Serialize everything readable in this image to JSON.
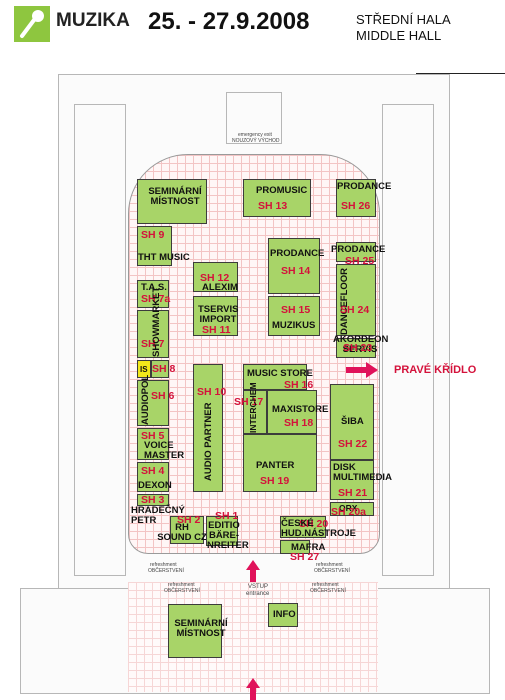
{
  "header": {
    "logo_text": "MUZIKA",
    "dates": "25. - 27.9.2008",
    "hall_line_1": "STŘEDNÍ HALA",
    "hall_line_2": "MIDDLE HALL"
  },
  "signs": {
    "emergency_1": "emergency exit",
    "emergency_2": "NOUZOVÝ VÝCHOD",
    "refresh_left_1": "refreshment",
    "refresh_left_2": "OBČERSTVENÍ",
    "refresh_right_1": "refreshment",
    "refresh_right_2": "OBČERSTVENÍ",
    "entrance_1": "VSTUP",
    "entrance_2": "entrance",
    "right_wing": "PRAVÉ KŘÍDLO"
  },
  "booths": {
    "seminar_top": "SEMINÁRNÍ MÍSTNOST",
    "promusic": "PROMUSIC",
    "sh13": "SH 13",
    "prodance_top": "PRODANCE",
    "sh26": "SH 26",
    "sh9": "SH 9",
    "tht": "THT MUSIC",
    "sh12": "SH 12",
    "alexim": "ALEXIM",
    "prodance_mid": "PRODANCE",
    "sh14": "SH 14",
    "prodance_right": "PRODANCE",
    "sh25": "SH 25",
    "tas": "T.A.S.",
    "sh7a": "SH 7a",
    "tservis": "TSERVIS IMPORT",
    "sh11": "SH 11",
    "sh15": "SH 15",
    "muzikus": "MUZIKUS",
    "dancefloor": "DANCEFLOOR",
    "sh24": "SH 24",
    "showmarket": "SHOWMARKET",
    "sh7": "SH 7",
    "akordeon": "AKORDEON SERVIS",
    "sh23": "SH 23",
    "sh8": "SH 8",
    "is": "IS",
    "audiopol": "AUDIOPOL",
    "sh6": "SH 6",
    "sh10": "SH 10",
    "audio_partner": "AUDIO PARTNER",
    "music_store": "MUSIC STORE",
    "sh16": "SH 16",
    "sh17": "SH 17",
    "interchem": "INTERCHEM",
    "maxistore": "MAXISTORE",
    "sh18": "SH 18",
    "siba": "ŠIBA",
    "sh22": "SH 22",
    "sh5": "SH 5",
    "voice_master": "VOICE MASTER",
    "sh4": "SH 4",
    "dexon": "DEXON",
    "panter": "PANTER",
    "sh19": "SH 19",
    "disk": "DISK MULTIMEDIA",
    "sh21": "SH 21",
    "sh3": "SH 3",
    "hradecny": "HRADEČNÝ PETR",
    "sh2": "SH 2",
    "rh_sound": "RH SOUND CZ",
    "sh1": "SH 1",
    "editio": "EDITIO BÄRE-NREITER",
    "orx": "ORX",
    "sh20a": "SH 20a",
    "ceske_hud": "ČESKÉ HUD.NÁSTROJE",
    "sh20": "SH 20",
    "mafra": "MAFRA",
    "sh27": "SH 27",
    "seminar_bottom": "SEMINÁRNÍ MÍSTNOST",
    "info": "INFO"
  },
  "colors": {
    "booth_fill": "#a8d468",
    "booth_code": "#d4123b",
    "highlight": "#f3e81a",
    "arrow": "#e0125a",
    "logo": "#8ec63f"
  }
}
